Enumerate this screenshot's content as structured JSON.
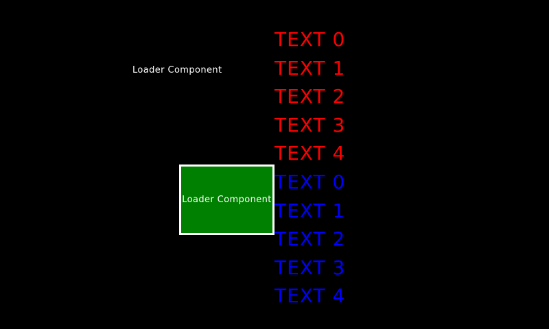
{
  "top_label": "Loader Component",
  "loader_box": {
    "label": "Loader Component",
    "background_color": "#008000",
    "border_color": "#ffffff"
  },
  "text_items": [
    {
      "label": "TEXT 0",
      "color": "red"
    },
    {
      "label": "TEXT 1",
      "color": "red"
    },
    {
      "label": "TEXT 2",
      "color": "red"
    },
    {
      "label": "TEXT 3",
      "color": "red"
    },
    {
      "label": "TEXT 4",
      "color": "red"
    },
    {
      "label": "TEXT 0",
      "color": "blue"
    },
    {
      "label": "TEXT 1",
      "color": "blue"
    },
    {
      "label": "TEXT 2",
      "color": "blue"
    },
    {
      "label": "TEXT 3",
      "color": "blue"
    },
    {
      "label": "TEXT 4",
      "color": "blue"
    }
  ]
}
